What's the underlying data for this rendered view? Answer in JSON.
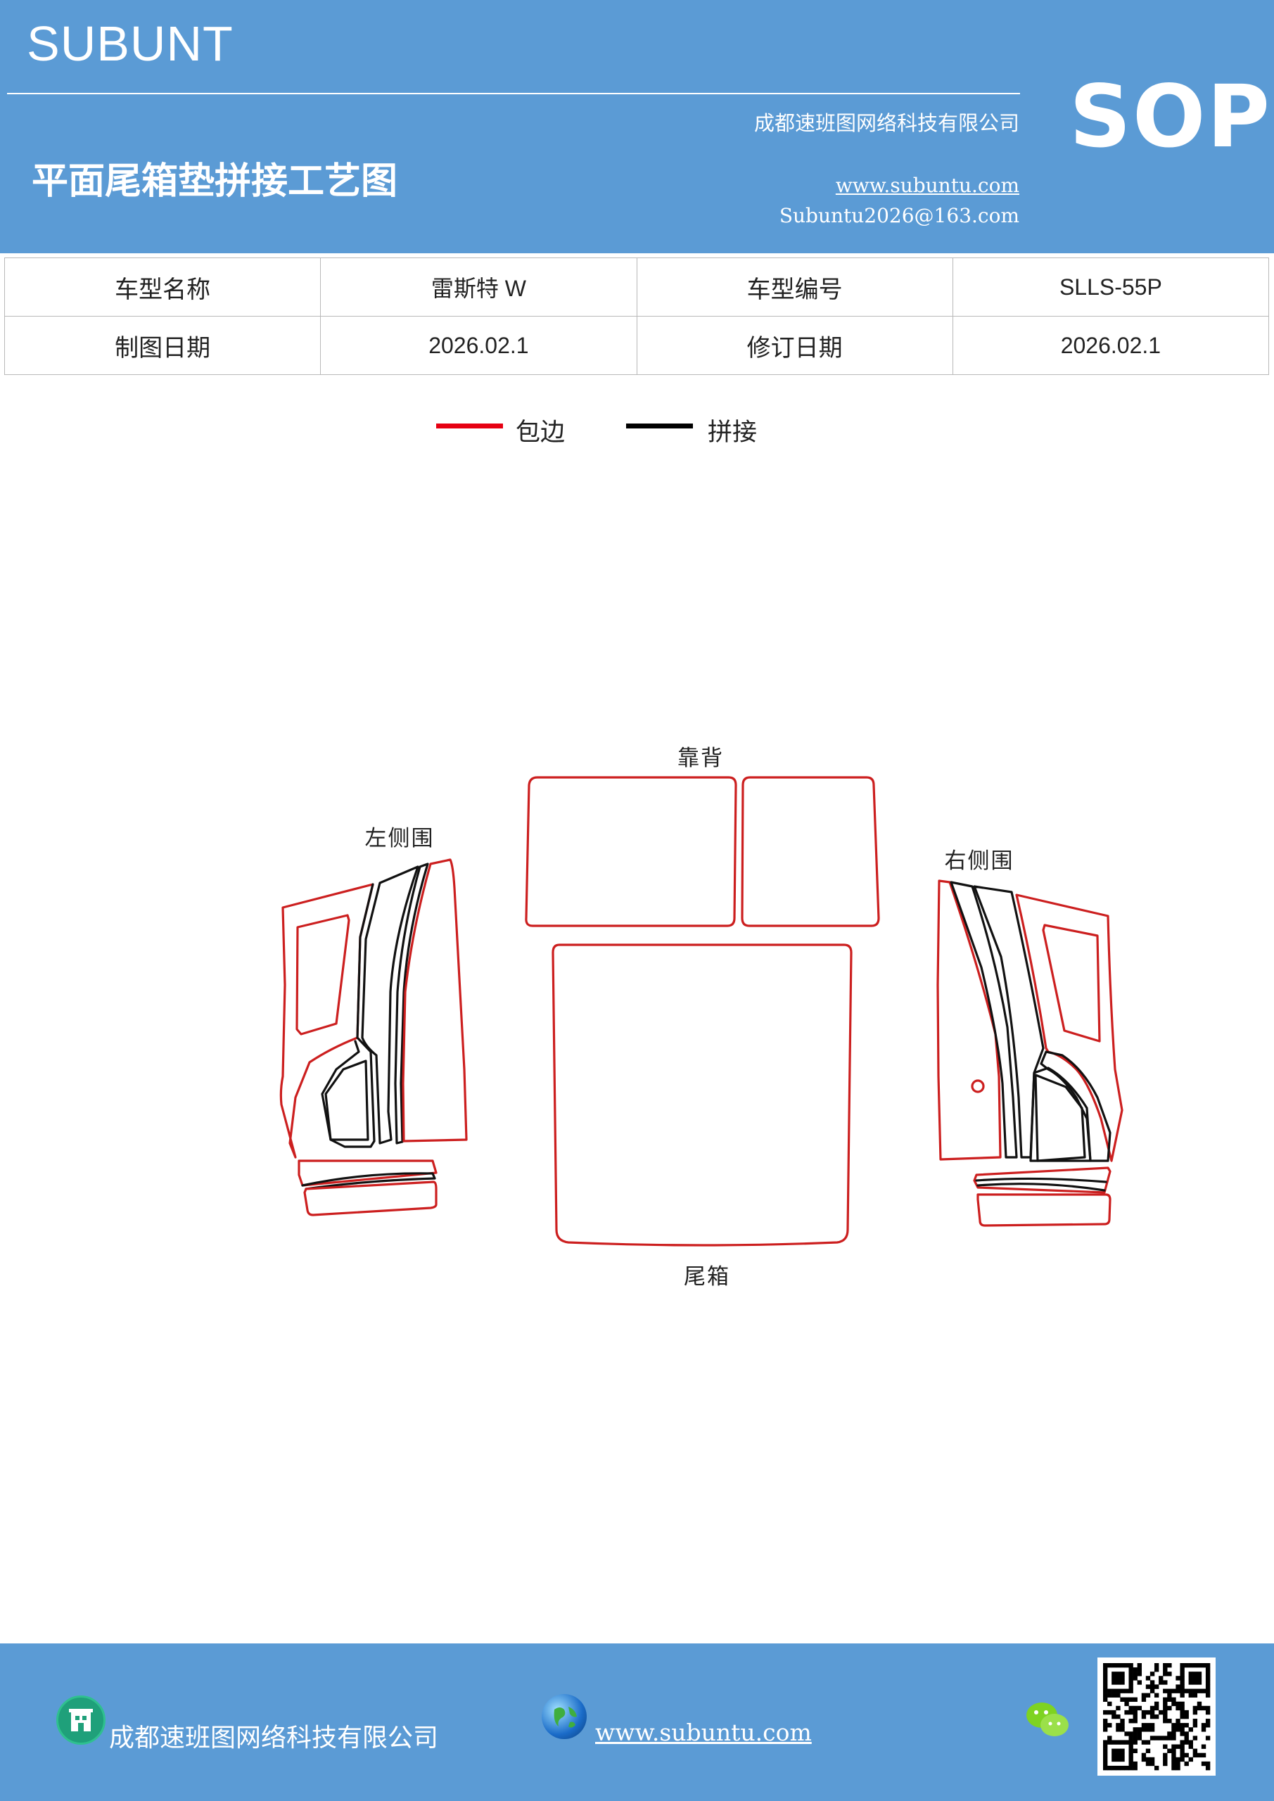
{
  "header": {
    "brand": "SUBUNT",
    "title": "平面尾箱垫拼接工艺图",
    "company": "成都速班图网络科技有限公司",
    "website": "www.subuntu.com",
    "email": "Subuntu2026@163.com",
    "badge": "SOP"
  },
  "info_table": {
    "rows": [
      {
        "label1": "车型名称",
        "value1": "雷斯特 W",
        "label2": "车型编号",
        "value2": "SLLS-55P"
      },
      {
        "label1": "制图日期",
        "value1": "2026.02.1",
        "label2": "修订日期",
        "value2": "2026.02.1"
      }
    ]
  },
  "legend": {
    "items": [
      {
        "label": "包边",
        "color": "#e60012"
      },
      {
        "label": "拼接",
        "color": "#000000"
      }
    ]
  },
  "diagram": {
    "labels": {
      "backrest": "靠背",
      "left_side": "左侧围",
      "right_side": "右侧围",
      "trunk": "尾箱"
    },
    "colors": {
      "edge": "#cc1f1f",
      "seam": "#111111"
    }
  },
  "footer": {
    "company": "成都速班图网络科技有限公司",
    "website": "www.subuntu.com "
  },
  "icons": [
    "building-icon",
    "globe-icon",
    "wechat-icon",
    "qr-code"
  ],
  "colors": {
    "brand_blue": "#5b9bd5"
  }
}
